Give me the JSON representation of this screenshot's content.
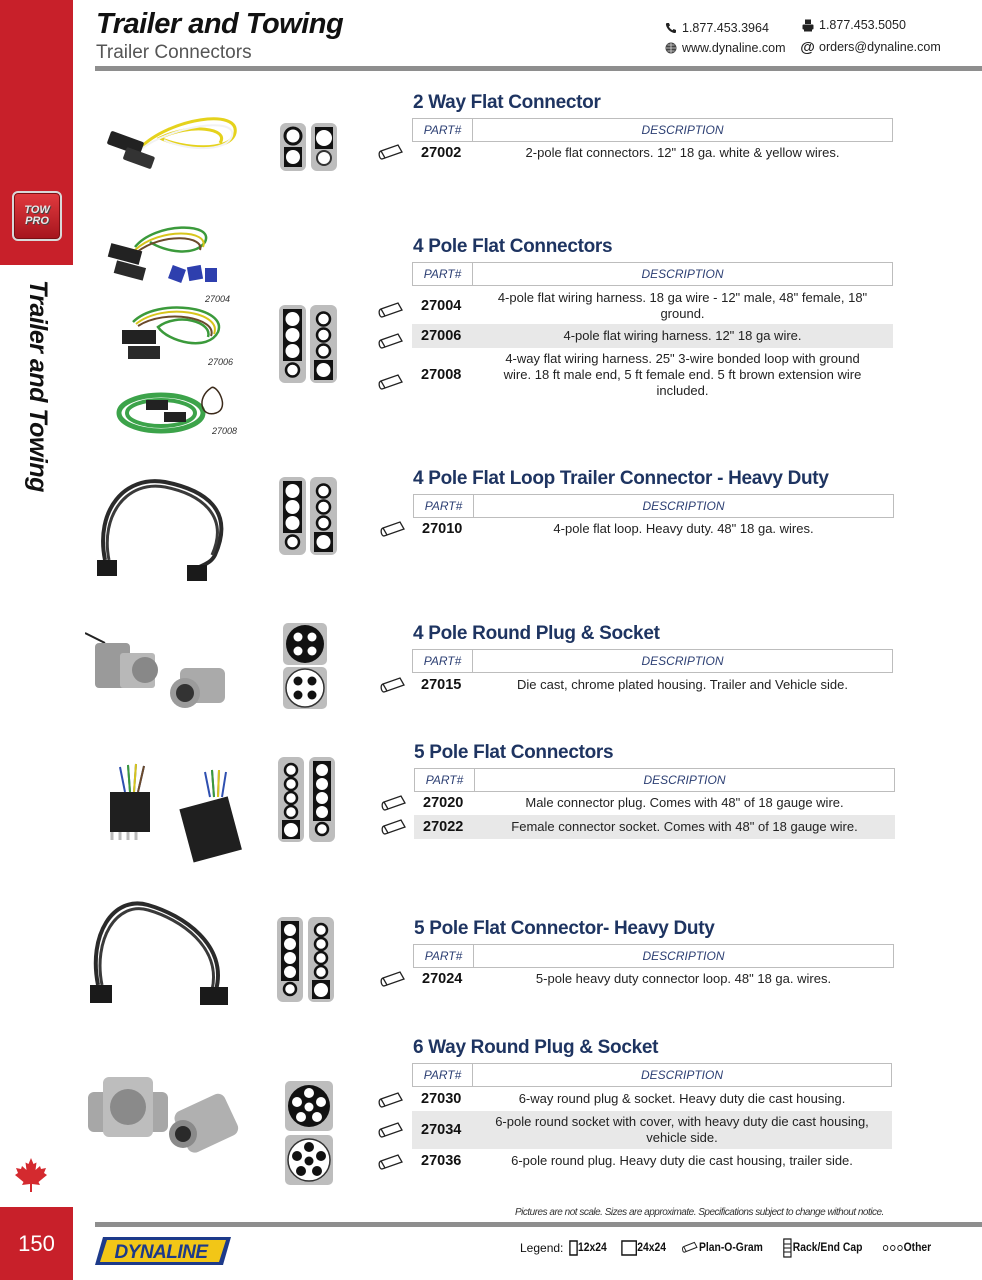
{
  "header": {
    "title": "Trailer and Towing",
    "subtitle": "Trailer Connectors",
    "phone": "1.877.453.3964",
    "fax": "1.877.453.5050",
    "website": "www.dynaline.com",
    "email": "orders@dynaline.com"
  },
  "sidebar": {
    "badge_line1": "TOW",
    "badge_line2": "PRO",
    "vertical_label": "Trailer and Towing",
    "page_number": "150"
  },
  "table_headers": {
    "part": "PART#",
    "description": "DESCRIPTION"
  },
  "image_captions": {
    "c27004": "27004",
    "c27006": "27006",
    "c27008": "27008"
  },
  "sections": [
    {
      "title": "2 Way Flat Connector",
      "rows": [
        {
          "part": "27002",
          "description": "2-pole flat connectors. 12\" 18 ga. white & yellow wires."
        }
      ]
    },
    {
      "title": "4 Pole Flat Connectors",
      "rows": [
        {
          "part": "27004",
          "description": "4-pole flat wiring harness. 18 ga wire - 12\" male, 48\" female, 18\" ground."
        },
        {
          "part": "27006",
          "description": "4-pole flat wiring harness. 12\" 18 ga wire."
        },
        {
          "part": "27008",
          "description": "4-way flat wiring harness. 25\" 3-wire bonded loop with ground wire. 18 ft male end, 5 ft female end. 5 ft brown extension wire included."
        }
      ]
    },
    {
      "title": "4 Pole Flat Loop Trailer Connector - Heavy Duty",
      "rows": [
        {
          "part": "27010",
          "description": "4-pole flat loop. Heavy duty. 48\" 18 ga. wires."
        }
      ]
    },
    {
      "title": "4 Pole Round Plug & Socket",
      "rows": [
        {
          "part": "27015",
          "description": "Die cast, chrome plated housing. Trailer and Vehicle side."
        }
      ]
    },
    {
      "title": "5 Pole Flat Connectors",
      "rows": [
        {
          "part": "27020",
          "description": "Male connector plug. Comes with 48\" of 18 gauge wire."
        },
        {
          "part": "27022",
          "description": "Female connector socket. Comes with 48\" of 18 gauge wire."
        }
      ]
    },
    {
      "title": "5 Pole Flat Connector- Heavy Duty",
      "rows": [
        {
          "part": "27024",
          "description": "5-pole heavy duty connector loop. 48\" 18 ga. wires."
        }
      ]
    },
    {
      "title": "6 Way Round Plug & Socket",
      "rows": [
        {
          "part": "27030",
          "description": "6-way round plug & socket. Heavy duty die cast housing."
        },
        {
          "part": "27034",
          "description": "6-pole round socket with cover, with heavy duty die cast housing, vehicle side."
        },
        {
          "part": "27036",
          "description": "6-pole round plug. Heavy duty die cast housing, trailer side."
        }
      ]
    }
  ],
  "footer": {
    "disclaimer": "Pictures are not scale. Sizes are approximate. Specifications subject to change without notice.",
    "brand": "DYNALINE",
    "legend_label": "Legend:",
    "legend_items": [
      "12x24",
      "24x24",
      "Plan-O-Gram",
      "Rack/End Cap",
      "Other"
    ]
  },
  "colors": {
    "accent_red": "#c8202a",
    "title_navy": "#1e3461",
    "rule_gray": "#8e8e8e",
    "row_shade": "#e8e8e8"
  }
}
